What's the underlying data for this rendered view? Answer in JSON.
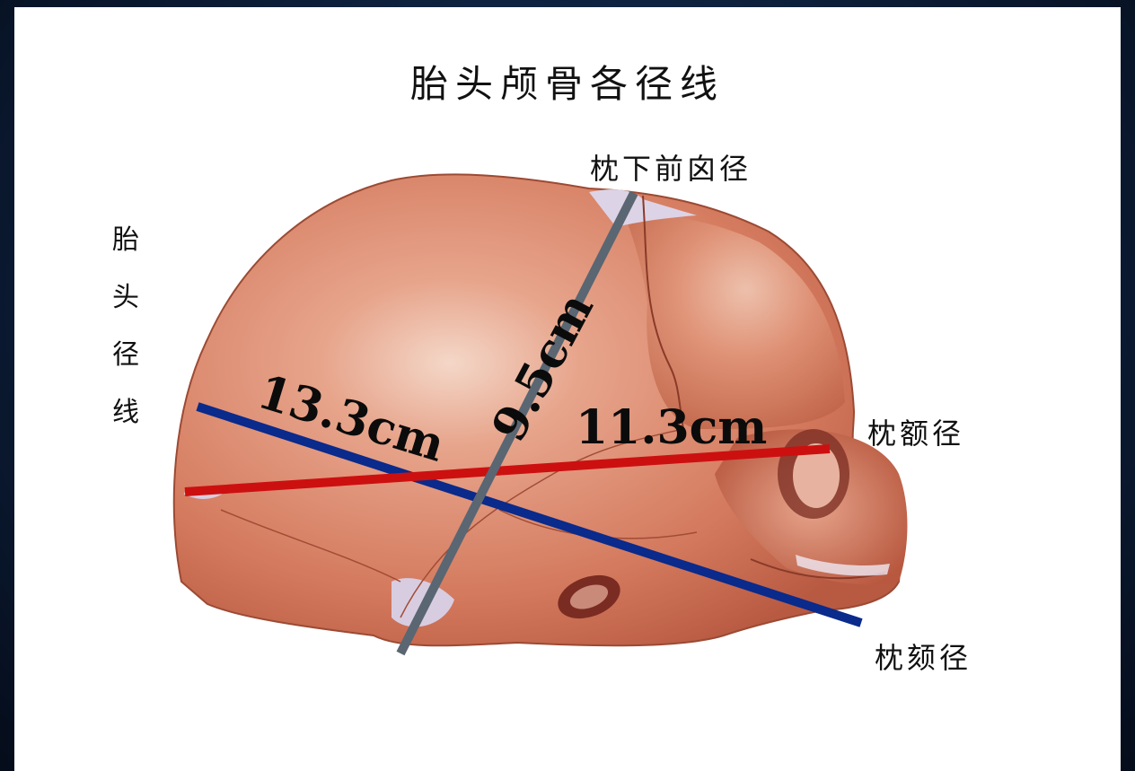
{
  "title": "胎头颅骨各径线",
  "side_label": [
    "胎",
    "头",
    "径",
    "线"
  ],
  "diameters": {
    "suboccipitobregmatic": {
      "name": "枕下前囟径",
      "value": "9.5cm",
      "color": "#5a6672"
    },
    "occipitofrontal": {
      "name": "枕额径",
      "value": "11.3cm",
      "color": "#cc1010"
    },
    "occipitomental": {
      "name": "枕颏径",
      "value": "13.3cm",
      "color": "#0a2a8c"
    }
  },
  "colors": {
    "background": "#0d1f3a",
    "slide": "#ffffff",
    "skull": "#d9826a"
  }
}
